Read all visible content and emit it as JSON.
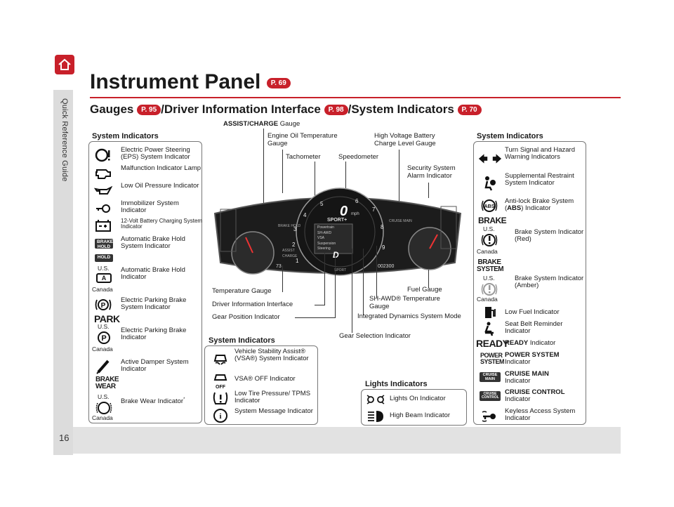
{
  "sidebar": {
    "label": "Quick Reference Guide",
    "page_number": "16"
  },
  "header": {
    "title": "Instrument Panel",
    "title_ref": "P. 69",
    "subtitle_parts": [
      "Gauges",
      "/Driver Information Interface",
      "/System Indicators"
    ],
    "subtitle_refs": [
      "P. 95",
      "P. 98",
      "P. 70"
    ]
  },
  "left_panel": {
    "label": "System Indicators",
    "items": [
      {
        "text": "Electric Power Steering (EPS) System Indicator",
        "icon": "steering-warning-icon"
      },
      {
        "text": "Malfunction Indicator Lamp",
        "icon": "engine-icon"
      },
      {
        "text": "Low Oil Pressure Indicator",
        "icon": "oil-can-icon"
      },
      {
        "text": "Immobilizer System Indicator",
        "icon": "key-icon"
      },
      {
        "text": "12-Volt Battery Charging System Indicator",
        "icon": "battery-icon"
      },
      {
        "text": "Automatic Brake Hold System Indicator",
        "icon": "brake-hold-badge",
        "badge": "BRAKE HOLD"
      },
      {
        "text": "Automatic Brake Hold Indicator",
        "icon": "hold-badge",
        "badge": "HOLD",
        "regions": [
          "U.S.",
          "Canada"
        ]
      },
      {
        "text": "Electric Parking Brake System Indicator",
        "icon": "parking-brake-warning-icon"
      },
      {
        "text": "Electric Parking Brake Indicator",
        "icon": "park-icon",
        "badge": "PARK",
        "regions": [
          "U.S.",
          "Canada"
        ]
      },
      {
        "text": "Active Damper System Indicator",
        "icon": "damper-icon"
      },
      {
        "text": "Brake Wear Indicator",
        "icon": "brake-wear-icon",
        "badge": "BRAKE WEAR",
        "regions": [
          "U.S.",
          "Canada"
        ],
        "note": "*"
      }
    ]
  },
  "center_callouts": {
    "top": [
      {
        "bold": "ASSIST/CHARGE",
        "text": " Gauge"
      },
      {
        "text": "Engine Oil Temperature Gauge"
      },
      {
        "text": "Tachometer"
      },
      {
        "text": "Speedometer"
      },
      {
        "text": "High Voltage Battery Charge Level Gauge"
      },
      {
        "text": "Security System Alarm Indicator"
      }
    ],
    "bottom": [
      {
        "text": "Temperature Gauge"
      },
      {
        "text": "Driver Information Interface"
      },
      {
        "text": "Gear Position Indicator"
      },
      {
        "text": "Fuel Gauge"
      },
      {
        "text": "SH-AWD® Temperature Gauge"
      },
      {
        "text": "Integrated Dynamics System Mode"
      },
      {
        "text": "Gear Selection Indicator"
      }
    ]
  },
  "cluster": {
    "speed": "0",
    "unit": "mph",
    "mode": "SPORT+",
    "odometer": "002300",
    "menu_items": [
      "Powertrain",
      "SH-AWD",
      "VSA",
      "Suspension",
      "Steering"
    ],
    "gear": "D",
    "temp": "73",
    "tach_numbers": [
      "1",
      "2",
      "3",
      "4",
      "5",
      "6",
      "7",
      "8",
      "9"
    ],
    "labels": [
      "ASSIST",
      "CHARGE",
      "CRUISE MAIN",
      "BRAKE HOLD",
      "SPORT"
    ]
  },
  "bottom_center_panel": {
    "label": "System Indicators",
    "items": [
      {
        "text": "Vehicle Stability Assist® (VSA®) System Indicator",
        "icon": "vsa-icon"
      },
      {
        "text": "VSA® OFF Indicator",
        "icon": "vsa-off-icon"
      },
      {
        "text": "Low Tire Pressure/ TPMS Indicator",
        "icon": "tire-pressure-icon"
      },
      {
        "text": "System Message Indicator",
        "icon": "info-icon"
      }
    ]
  },
  "lights_panel": {
    "label": "Lights Indicators",
    "items": [
      {
        "text": "Lights On Indicator",
        "icon": "lights-on-icon"
      },
      {
        "text": "High Beam Indicator",
        "icon": "high-beam-icon"
      }
    ]
  },
  "right_panel": {
    "label": "System Indicators",
    "items": [
      {
        "text": "Turn Signal and Hazard Warning Indicators",
        "icon": "turn-signal-icon"
      },
      {
        "text": "Supplemental Restraint System Indicator",
        "icon": "airbag-icon"
      },
      {
        "text_a": "Anti-lock Brake System (",
        "bold": "ABS",
        "text_b": ") Indicator",
        "icon": "abs-icon"
      },
      {
        "text": "Brake System Indicator (Red)",
        "icon": "brake-red-icon",
        "badge": "BRAKE",
        "regions": [
          "U.S.",
          "Canada"
        ]
      },
      {
        "text": "Brake System Indicator (Amber)",
        "icon": "brake-amber-icon",
        "badge": "BRAKE SYSTEM",
        "regions": [
          "U.S.",
          "Canada"
        ]
      },
      {
        "text": "Low Fuel Indicator",
        "icon": "fuel-icon"
      },
      {
        "text": "Seat Belt Reminder Indicator",
        "icon": "seatbelt-icon"
      },
      {
        "bold": "READY",
        "text": " Indicator",
        "badge": "READY"
      },
      {
        "bold": "POWER SYSTEM",
        "text": "Indicator",
        "badge": "POWER SYSTEM"
      },
      {
        "bold": "CRUISE MAIN",
        "text": "Indicator",
        "badge": "CRUISE MAIN"
      },
      {
        "bold": "CRUISE CONTROL",
        "text": "Indicator",
        "badge": "CRUISE CONTROL"
      },
      {
        "text": "Keyless Access System Indicator",
        "icon": "keyless-icon"
      }
    ]
  }
}
